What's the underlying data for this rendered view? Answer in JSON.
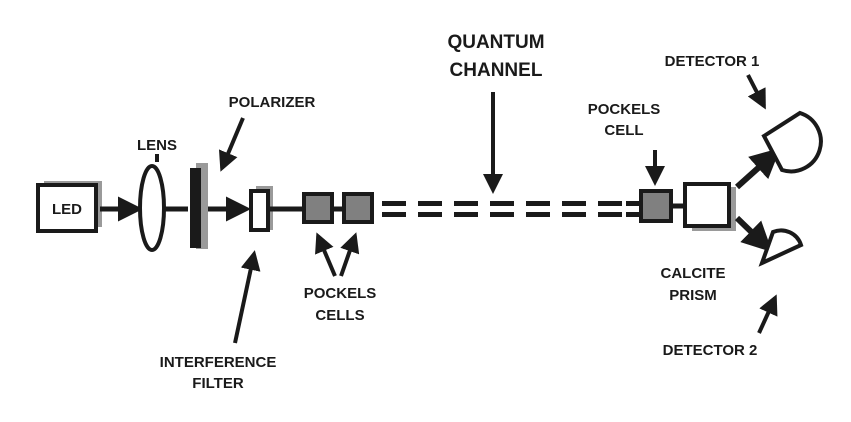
{
  "diagram": {
    "components": {
      "led": "LED"
    },
    "labels": {
      "lens": "LENS",
      "polarizer": "POLARIZER",
      "interference_filter_line1": "INTERFERENCE",
      "interference_filter_line2": "FILTER",
      "pockels_cells_line1": "POCKELS",
      "pockels_cells_line2": "CELLS",
      "quantum_channel_line1": "QUANTUM",
      "quantum_channel_line2": "CHANNEL",
      "pockels_cell_line1": "POCKELS",
      "pockels_cell_line2": "CELL",
      "calcite_prism_line1": "CALCITE",
      "calcite_prism_line2": "PRISM",
      "detector_1": "DETECTOR 1",
      "detector_2": "DETECTOR 2"
    },
    "colors": {
      "ink": "#1a1a1a",
      "shadow": "#9a9a9a",
      "cell_fill": "#808080"
    }
  }
}
